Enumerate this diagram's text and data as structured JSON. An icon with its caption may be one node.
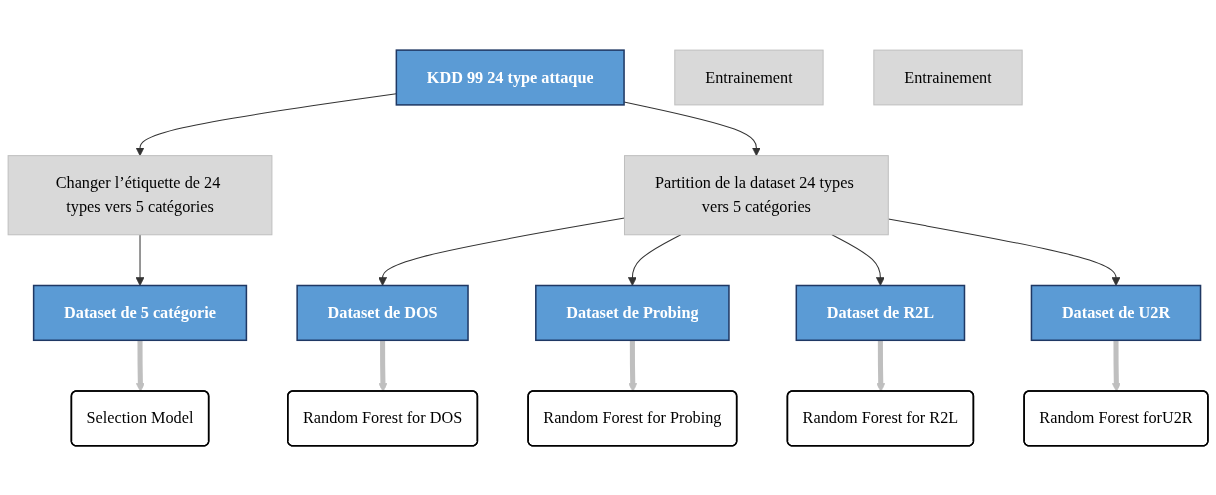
{
  "diagram": {
    "nodes": [
      {
        "text": [
          "KDD 99 24 type attaque"
        ]
      },
      {
        "text": [
          "Changer l’étiquette de 24 types vers 5 catégories"
        ]
      },
      {
        "text": [
          "Partition de la dataset 24 types vers 5 catégories"
        ]
      },
      {
        "text": [
          "Dataset de 5 catégorie"
        ]
      },
      {
        "text": [
          "Dataset de DOS"
        ]
      },
      {
        "text": [
          "Dataset de Probing"
        ]
      },
      {
        "text": [
          "Dataset de R2L"
        ]
      },
      {
        "text": [
          "Dataset de U2R"
        ]
      },
      {
        "text": [
          "Entrainement"
        ]
      },
      {
        "text": [
          "Selection Model"
        ]
      },
      {
        "text": [
          "Random Forest for DOS"
        ]
      },
      {
        "text": [
          "Random Forest for Probing"
        ]
      },
      {
        "text": [
          "Random Forest for R2L"
        ]
      },
      {
        "text": [
          "Random Forest forU2R"
        ]
      },
      {
        "text": [
          "Entrainement"
        ]
      }
    ],
    "edges": [
      {
        "from": 0,
        "to": 1,
        "arrow": "to"
      },
      {
        "from": 0,
        "to": 2,
        "arrow": "to"
      },
      {
        "from": 1,
        "to": 3,
        "arrow": "to"
      },
      {
        "from": 2,
        "to": 4,
        "arrow": "to"
      },
      {
        "from": 2,
        "to": 5,
        "arrow": "to"
      },
      {
        "from": 2,
        "to": 6,
        "arrow": "to"
      },
      {
        "from": 2,
        "to": 7,
        "arrow": "to"
      },
      {
        "from": 3,
        "to": 9,
        "arrow": "to",
        "style": "thick",
        "color": "#bfbfbf"
      },
      {
        "from": 4,
        "to": 10,
        "arrow": "to",
        "style": "thick",
        "color": "#bfbfbf"
      },
      {
        "from": 5,
        "to": 11,
        "arrow": "to",
        "style": "thick",
        "color": "#bfbfbf"
      },
      {
        "from": 6,
        "to": 12,
        "arrow": "to",
        "style": "thick",
        "color": "#bfbfbf"
      },
      {
        "from": 7,
        "to": 13,
        "arrow": "to",
        "style": "thick",
        "color": "#bfbfbf"
      }
    ]
  }
}
